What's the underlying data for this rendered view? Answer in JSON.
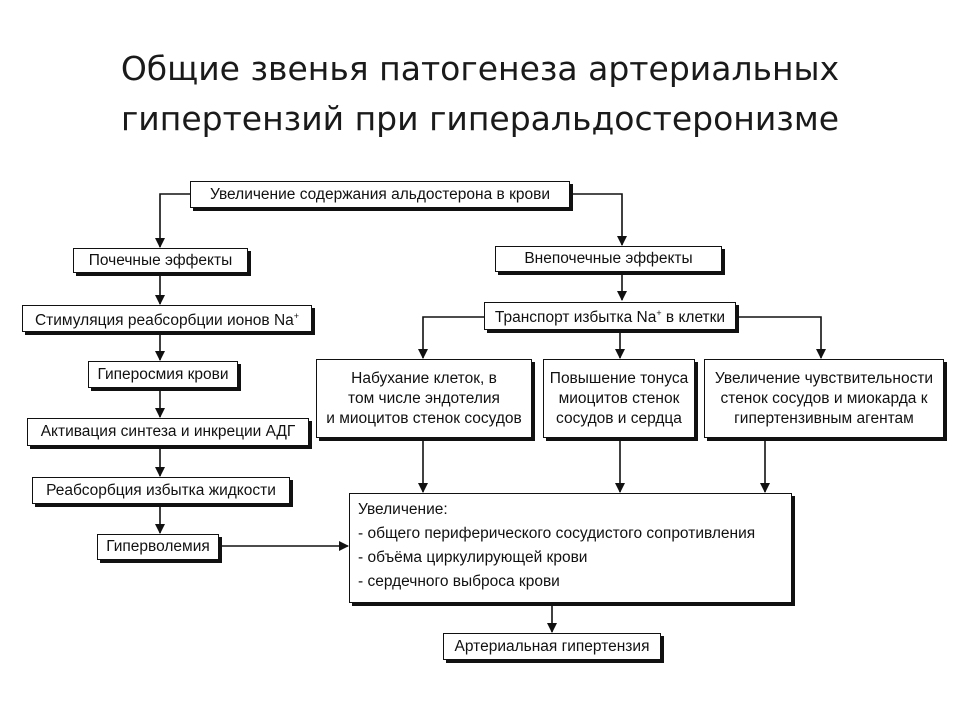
{
  "title": {
    "line1": "Общие звенья патогенеза артериальных",
    "line2": "гипертензий при гиперальдостеронизме"
  },
  "diagram": {
    "top": "Увеличение содержания альдостерона в крови",
    "renal_effects": "Почечные эффекты",
    "extrarenal_effects": "Внепочечные эффекты",
    "na_reabsorption": "Стимуляция реабсорбции ионов Na",
    "na_reabsorption_sup": "+",
    "hyperosmia": "Гиперосмия крови",
    "adh_activation": "Активация синтеза и инкреции АДГ",
    "fluid_reabsorption": "Реабсорбция избытка жидкости",
    "hypervolemia": "Гиперволемия",
    "na_transport": "Транспорт избытка Na",
    "na_transport_sup": "+",
    "na_transport_suffix": " в клетки",
    "cell_swelling": [
      "Набухание клеток, в",
      "том числе эндотелия",
      "и миоцитов стенок сосудов"
    ],
    "tone_increase": [
      "Повышение тонуса",
      "миоцитов стенок",
      "сосудов и сердца"
    ],
    "sensitivity_increase": [
      "Увеличение чувствительности",
      "стенок сосудов и миокарда к",
      "гипертензивным агентам"
    ],
    "increase_header": "Увеличение:",
    "increase_items": [
      "- общего периферического сосудистого сопротивления",
      "- объёма циркулирующей крови",
      "- сердечного выброса крови"
    ],
    "arterial_hypertension": "Артериальная гипертензия"
  }
}
